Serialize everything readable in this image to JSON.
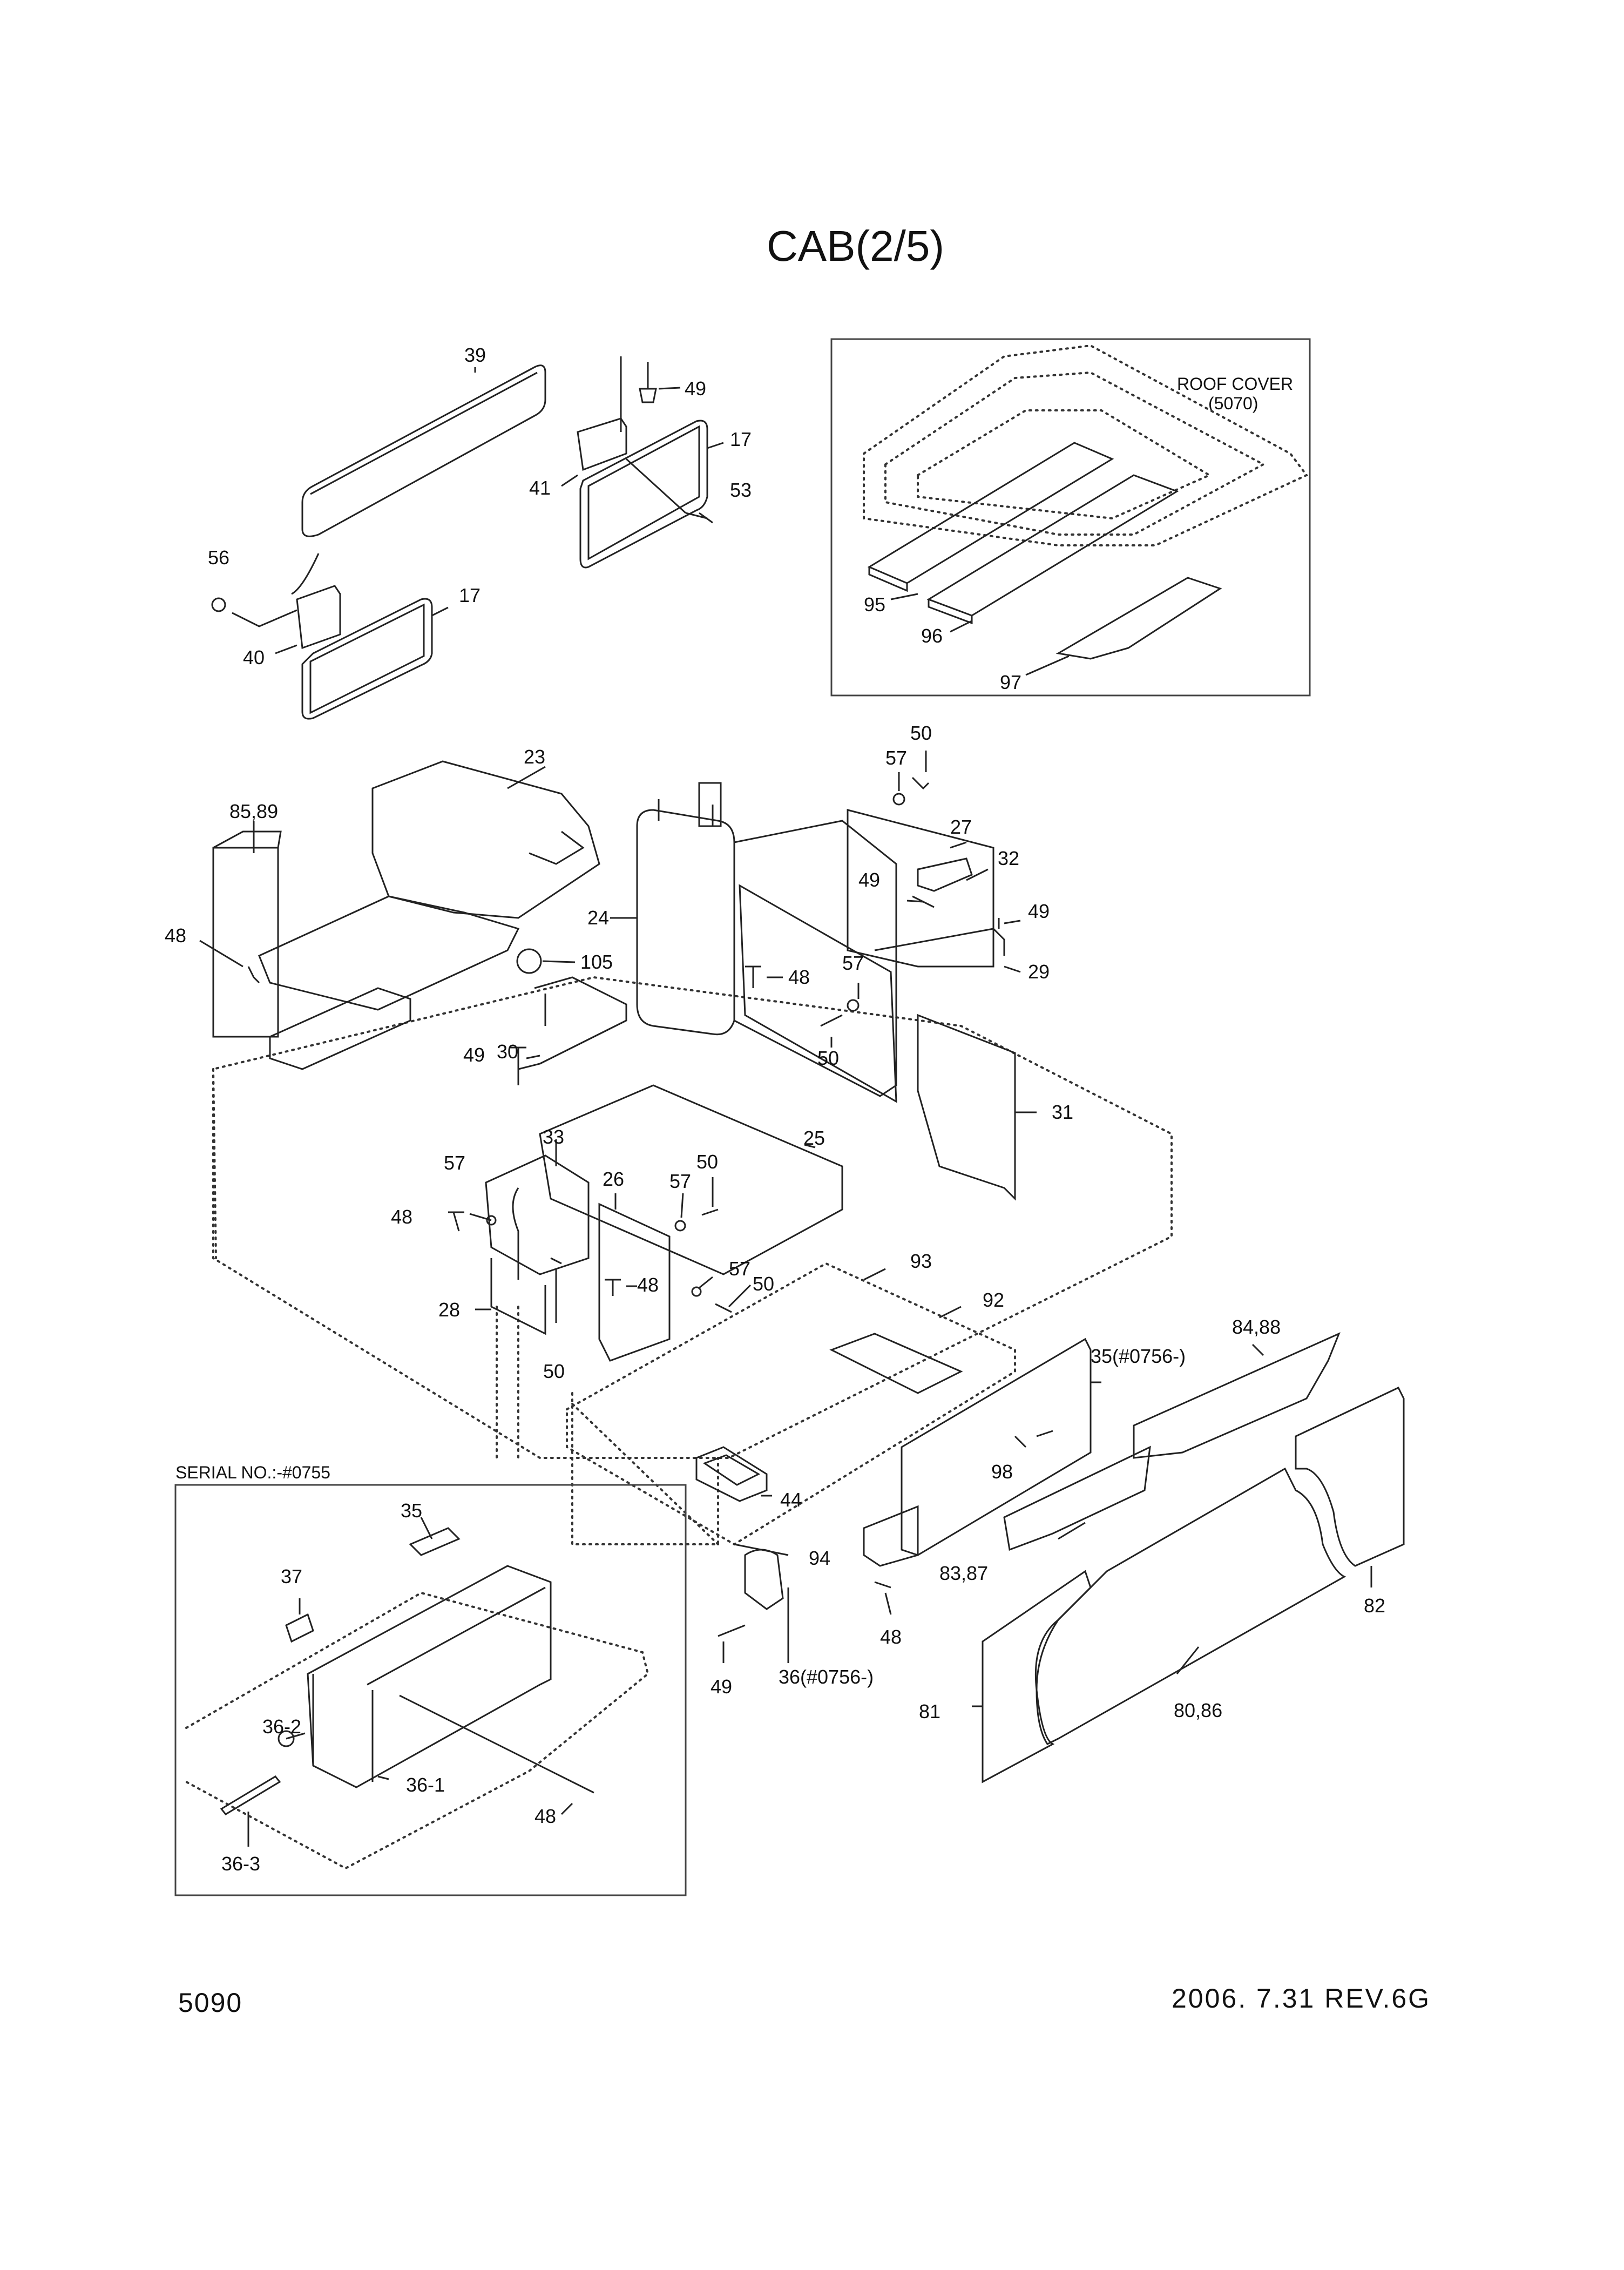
{
  "title": "CAB(2/5)",
  "page_number": "5090",
  "revision": "2006. 7.31  REV.6G",
  "roof_cover_box": {
    "line1": "ROOF COVER",
    "line2": "(5070)"
  },
  "serial_box": {
    "label": "SERIAL NO.:-#0755"
  },
  "callouts": {
    "c39": "39",
    "c49a": "49",
    "c17a": "17",
    "c41": "41",
    "c53": "53",
    "c56": "56",
    "c17b": "17",
    "c40": "40",
    "c95": "95",
    "c96": "96",
    "c97": "97",
    "c23": "23",
    "c8589": "85,89",
    "c48a": "48",
    "c105": "105",
    "c30": "30",
    "c49b": "49",
    "c24": "24",
    "c50a": "50",
    "c57a": "57",
    "c27": "27",
    "c32": "32",
    "c49c": "49",
    "c49d": "49",
    "c29": "29",
    "c48b": "48",
    "c57b": "57",
    "c50b": "50",
    "c31": "31",
    "c33": "33",
    "c57c": "57",
    "c48c": "48",
    "c26": "26",
    "c57d": "57",
    "c50c": "50",
    "c25": "25",
    "c48d": "48",
    "c57e": "57",
    "c50d": "50",
    "c28": "28",
    "c50e": "50",
    "c93": "93",
    "c92": "92",
    "c35a": "35(#0756-)",
    "c8488": "84,88",
    "c98": "98",
    "c44": "44",
    "c94": "94",
    "c8387": "83,87",
    "c82": "82",
    "c48e": "48",
    "c49e": "49",
    "c36a": "36(#0756-)",
    "c81": "81",
    "c8086": "80,86",
    "c35b": "35",
    "c37": "37",
    "c36_2": "36-2",
    "c36_1": "36-1",
    "c48f": "48",
    "c36_3": "36-3"
  }
}
